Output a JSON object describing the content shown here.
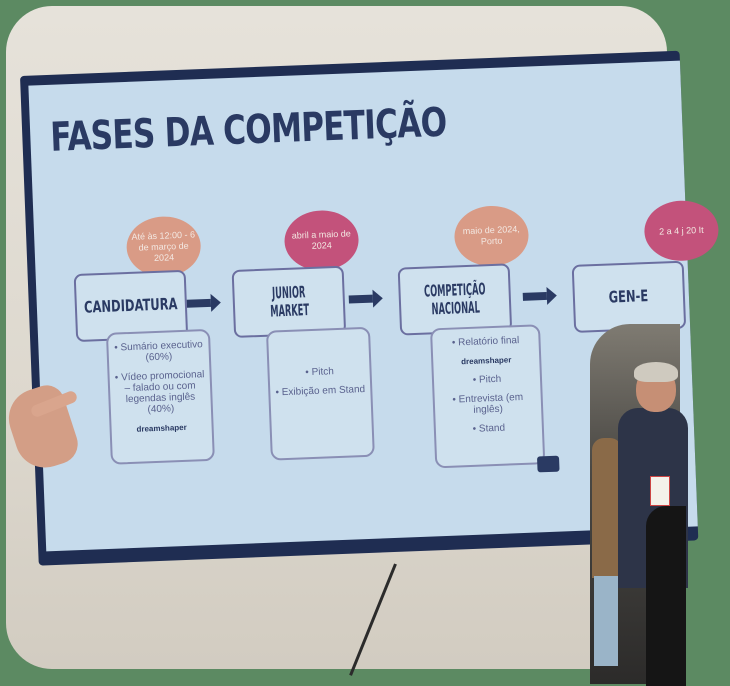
{
  "slide": {
    "title": "FASES DA COMPETIÇÃO",
    "phases": [
      {
        "name_line1": "CANDIDATURA",
        "name_line2": "",
        "date": "Até às 12:00 - 6 de março de 2024",
        "bubble_color": "#d99b86",
        "details": [
          "• Sumário executivo (60%)",
          "• Vídeo promocional – falado ou com legendas inglês (40%)"
        ],
        "logo": "dreamshaper"
      },
      {
        "name_line1": "JUNIOR",
        "name_line2": "MARKET",
        "date": "abril a maio de 2024",
        "bubble_color": "#c3527b",
        "details": [
          "• Pitch",
          "• Exibição em Stand"
        ],
        "logo": ""
      },
      {
        "name_line1": "COMPETIÇÃO",
        "name_line2": "NACIONAL",
        "date": "maio de 2024, Porto",
        "bubble_color": "#d99b86",
        "details": [
          "• Relatório final",
          "• Pitch",
          "• Entrevista (em inglês)",
          "• Stand"
        ],
        "logo": "dreamshaper"
      },
      {
        "name_line1": "GEN-E",
        "name_line2": "",
        "date": "2 a 4 j 20 It",
        "bubble_color": "#c3527b",
        "details": [],
        "logo": ""
      }
    ],
    "icons": [
      "arrow-right-icon",
      "video-camera-icon"
    ]
  }
}
